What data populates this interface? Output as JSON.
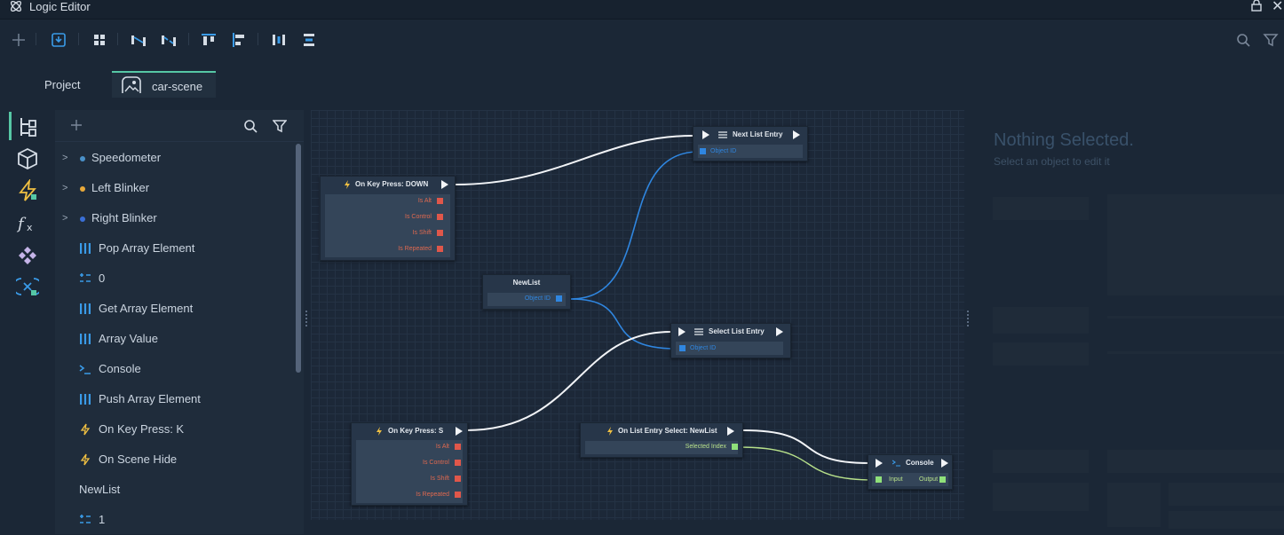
{
  "window": {
    "title": "Logic Editor"
  },
  "tabs": [
    {
      "label": "Project"
    },
    {
      "label": "car-scene"
    }
  ],
  "tree": {
    "items": [
      {
        "label": "Speedometer",
        "kind": "object",
        "dot_color": "#4a90c8"
      },
      {
        "label": "Left Blinker",
        "kind": "object",
        "dot_color": "#e8a93a"
      },
      {
        "label": "Right Blinker",
        "kind": "object",
        "dot_color": "#3a6fd6"
      },
      {
        "label": "Pop Array Element",
        "icon": "array-icon"
      },
      {
        "label": "0",
        "icon": "number-icon"
      },
      {
        "label": "Get Array Element",
        "icon": "array-icon"
      },
      {
        "label": "Array Value",
        "icon": "array-icon"
      },
      {
        "label": "Console",
        "icon": "console-icon"
      },
      {
        "label": "Push Array Element",
        "icon": "array-icon"
      },
      {
        "label": "On Key Press: K",
        "icon": "event-icon"
      },
      {
        "label": "On Scene Hide",
        "icon": "event-icon"
      },
      {
        "label": "NewList",
        "icon": "none"
      },
      {
        "label": "1",
        "icon": "number-icon"
      }
    ]
  },
  "nodes": {
    "key_down": {
      "title": "On Key Press: DOWN",
      "pins": [
        "Is Alt",
        "Is Control",
        "Is Shift",
        "Is Repeated"
      ]
    },
    "newlist": {
      "title": "NewList",
      "pin": "Object ID"
    },
    "next_entry": {
      "title": "Next List Entry",
      "pin": "Object ID"
    },
    "select_entry": {
      "title": "Select List Entry",
      "pin": "Object ID"
    },
    "key_s": {
      "title": "On Key Press: S",
      "pins": [
        "Is Alt",
        "Is Control",
        "Is Shift",
        "Is Repeated"
      ]
    },
    "list_select": {
      "title": "On List Entry Select: NewList",
      "pin": "Selected Index"
    },
    "console": {
      "title": "Console",
      "pin_in": "Input",
      "pin_out": "Output"
    }
  },
  "inspector": {
    "title": "Nothing Selected.",
    "subtitle": "Select an object to edit it"
  },
  "colors": {
    "accent": "#56c7a5",
    "bool_pin": "#e0574a",
    "object_pin": "#2f86e0",
    "number_pin": "#8fe07a"
  }
}
